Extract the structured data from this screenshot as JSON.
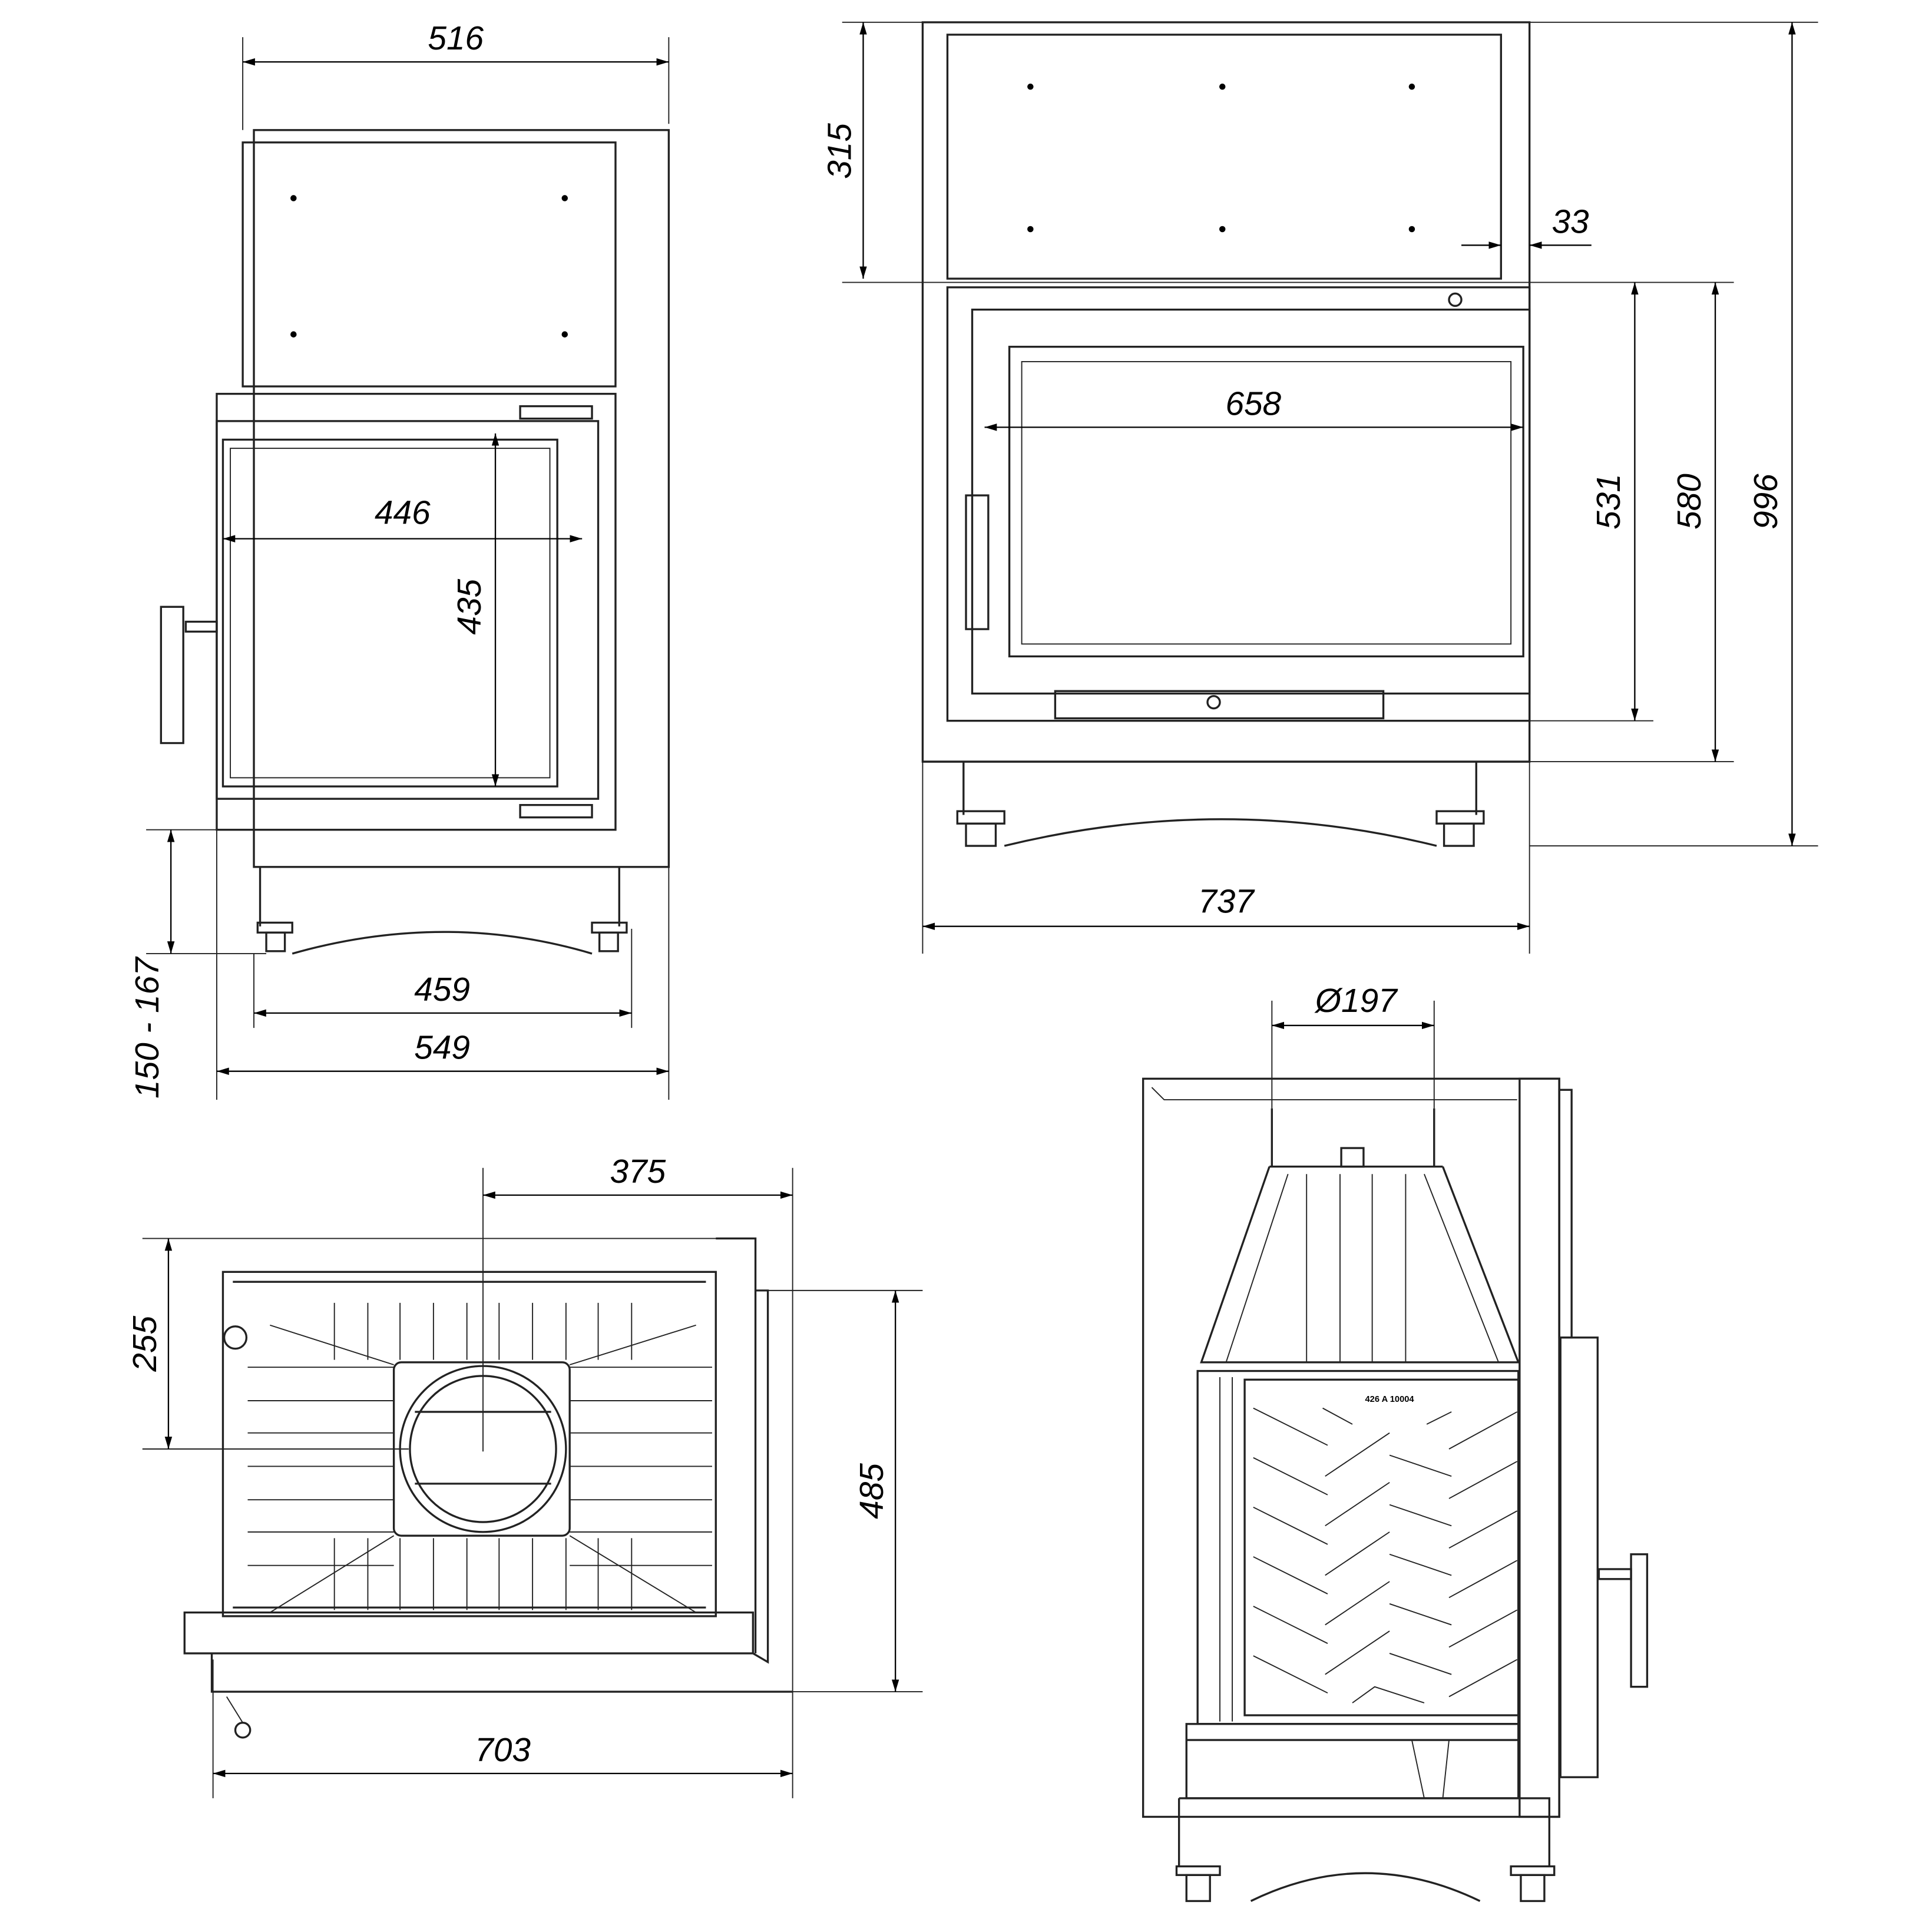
{
  "drawing": {
    "front_side_view": {
      "top_width": "516",
      "glass_width": "446",
      "glass_height": "435",
      "leg_height": "150 - 167",
      "leg_span": "459",
      "total_width": "549"
    },
    "front_view": {
      "upper_height": "315",
      "glass_width": "658",
      "offset": "33",
      "door_height": "531",
      "door_frame_height": "580",
      "total_height": "996",
      "total_width": "737"
    },
    "top_view": {
      "flue_offset_x": "375",
      "flue_offset_y": "255",
      "depth": "485",
      "width": "703"
    },
    "side_view": {
      "flue_diameter": "Ø197",
      "plate_marking": "426 A 10004"
    }
  }
}
